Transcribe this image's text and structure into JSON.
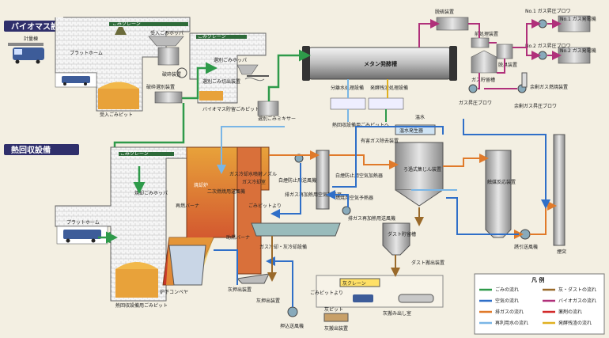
{
  "sections": {
    "biomass": "バイオマス設備",
    "heat": "熱回収設備"
  },
  "labels": {
    "truck_scale": "計量棟",
    "platform_top": "プラットホーム",
    "crane_top_left": "ごみクレーン",
    "receive_hopper": "受入ごみホッパ",
    "crush_machine": "破砕装置",
    "crush_sort": "破砕選別装置",
    "receive_pit": "受入ごみピット",
    "crane_sort": "ごみクレーン",
    "sort_hopper": "選別ごみホッパ",
    "sort_cut": "選別ごみ切出装置",
    "biomass_pit": "バイオマス貯留ごみピット",
    "sort_mixer": "選別ごみミキサー",
    "methane_tank": "メタン発酵槽",
    "sep_water": "分離水処理設備",
    "ferment_residue": "発酵残渣処理設備",
    "to_heat_pit": "熱回収設備用ごみピットへ",
    "desulf": "脱硫装置",
    "gas_holder": "ガス貯留槽",
    "purify": "脱臭装置",
    "scrubber": "前処理装置",
    "gas_compress": "ガス昇圧ブロワ",
    "no1_blower": "No.1 ガス昇圧ブロワ",
    "no2_blower": "No.2 ガス昇圧ブロワ",
    "no1_gen": "No.1 ガス発電機",
    "no2_gen": "No.2 ガス発電機",
    "surplus_blower": "余剰ガス昇圧ブロワ",
    "surplus_burner": "余剰ガス燃焼装置",
    "crane_heat": "ごみクレーン",
    "heat_hopper": "焼却ごみホッパ",
    "platform_bottom": "プラットホーム",
    "heat_pit": "熱回収設備用ごみピット",
    "furnace": "焼却炉",
    "second_air": "二次燃焼用送風機",
    "gas_cool_water": "ガス冷却水噴射ノズル",
    "gas_cooler": "ガス冷却室",
    "re_burner": "再燃バーナ",
    "aux_burner": "助燃バーナ",
    "white_smoke_fan": "白煙防止用送風機",
    "white_smoke_heater": "白煙防止用空気加熱器",
    "exhaust_reheater": "排ガス再加熱用空気加熱器",
    "burn_air_heater": "燃焼用空気予熱器",
    "gas_reheat_fan": "排ガス再加熱用送風機",
    "harmful_removal": "有害ガス除去装置",
    "bag_filter": "ろ過式集じん装置",
    "warm_water": "温水発生器",
    "warm_water_top": "温水",
    "wet_scrubber": "触媒反応装置",
    "induced_fan": "誘引送風機",
    "stack": "煙突",
    "dust_silo": "ダスト貯留槽",
    "dust_out": "ダスト搬出装置",
    "ash_conveyor": "灰押出装置",
    "ash_cooler": "ガス冷却・灰冷却設備",
    "grate_conveyor": "炉下コンベヤ",
    "ash_pit": "灰ピット",
    "ash_crane": "灰クレーン",
    "ash_bin": "灰搬出装置",
    "ash_truck_out": "灰搬み出し室",
    "push_fan": "押込送風機",
    "ash_exit": "灰押出装置",
    "from_pit": "ごみピットより",
    "from_pit2": "ごみピットより"
  },
  "legend": {
    "title": "凡 例",
    "items": [
      {
        "label": "ごみの流れ",
        "color": "#2e9a4a"
      },
      {
        "label": "灰・ダストの流れ",
        "color": "#9a6a2a"
      },
      {
        "label": "空気の流れ",
        "color": "#2f6fc8"
      },
      {
        "label": "バイオガスの流れ",
        "color": "#b0307a"
      },
      {
        "label": "排ガスの流れ",
        "color": "#e07a2a"
      },
      {
        "label": "薬剤の流れ",
        "color": "#d22a2a"
      },
      {
        "label": "再利用水の流れ",
        "color": "#7ab6e6"
      },
      {
        "label": "発酵残渣の流れ",
        "color": "#e0b020"
      }
    ]
  },
  "colors": {
    "waste": "#2e9a4a",
    "air": "#2f6fc8",
    "exhaust": "#e07a2a",
    "reuse": "#7ab6e6",
    "ash": "#9a6a2a",
    "biogas": "#b0307a",
    "chem": "#d22a2a",
    "residue": "#e0b020"
  }
}
